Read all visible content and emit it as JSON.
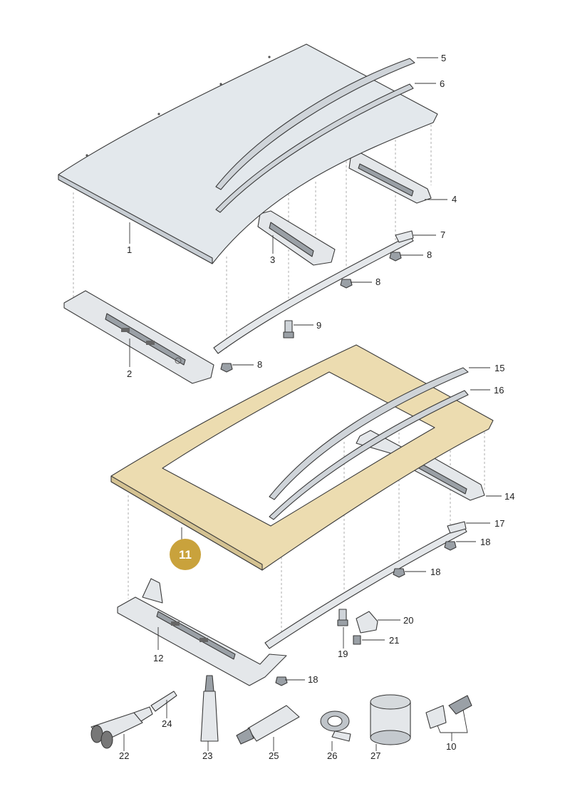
{
  "callout": {
    "label": "11",
    "color": "#c9a23c"
  },
  "colors": {
    "roof": "#e3e8ec",
    "frame_highlight": "#ecdcb0",
    "frame_outline": "#c9a23c"
  },
  "labels": {
    "l1": "1",
    "l2": "2",
    "l3": "3",
    "l4": "4",
    "l5": "5",
    "l6": "6",
    "l7": "7",
    "l8a": "8",
    "l8b": "8",
    "l8c": "8",
    "l9": "9",
    "l10": "10",
    "l12": "12",
    "l14": "14",
    "l15": "15",
    "l16": "16",
    "l17": "17",
    "l18a": "18",
    "l18b": "18",
    "l18c": "18",
    "l19": "19",
    "l20": "20",
    "l21": "21",
    "l22": "22",
    "l23": "23",
    "l24": "24",
    "l25": "25",
    "l26": "26",
    "l27": "27"
  }
}
